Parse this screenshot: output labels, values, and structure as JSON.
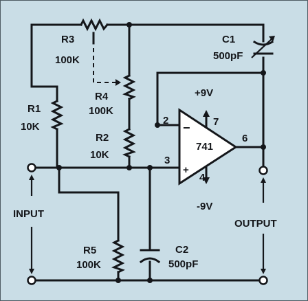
{
  "colors": {
    "background": "#c9dde6",
    "wire": "#14161a",
    "opamp_fill": "#ffffff",
    "node": "#14161a"
  },
  "components": {
    "r1": {
      "ref": "R1",
      "value": "10K"
    },
    "r2": {
      "ref": "R2",
      "value": "10K"
    },
    "r3": {
      "ref": "R3",
      "value": "100K"
    },
    "r4": {
      "ref": "R4",
      "value": "100K"
    },
    "r5": {
      "ref": "R5",
      "value": "100K"
    },
    "c1": {
      "ref": "C1",
      "value": "500pF"
    },
    "c2": {
      "ref": "C2",
      "value": "500pF"
    }
  },
  "opamp": {
    "part": "741",
    "inverting_sign": "−",
    "noninverting_sign": "+",
    "pin_inverting": "2",
    "pin_noninverting": "3",
    "pin_output": "6",
    "pin_vplus": "7",
    "pin_vminus": "4"
  },
  "supplies": {
    "positive": "+9V",
    "negative": "-9V"
  },
  "terminals": {
    "input": "INPUT",
    "output": "OUTPUT"
  },
  "icons": [
    "resistor-icon",
    "variable-resistor-icon",
    "potentiometer-icon",
    "capacitor-icon",
    "variable-capacitor-icon",
    "op-amp-icon",
    "arrow-icon",
    "junction-dot-icon",
    "terminal-icon"
  ]
}
